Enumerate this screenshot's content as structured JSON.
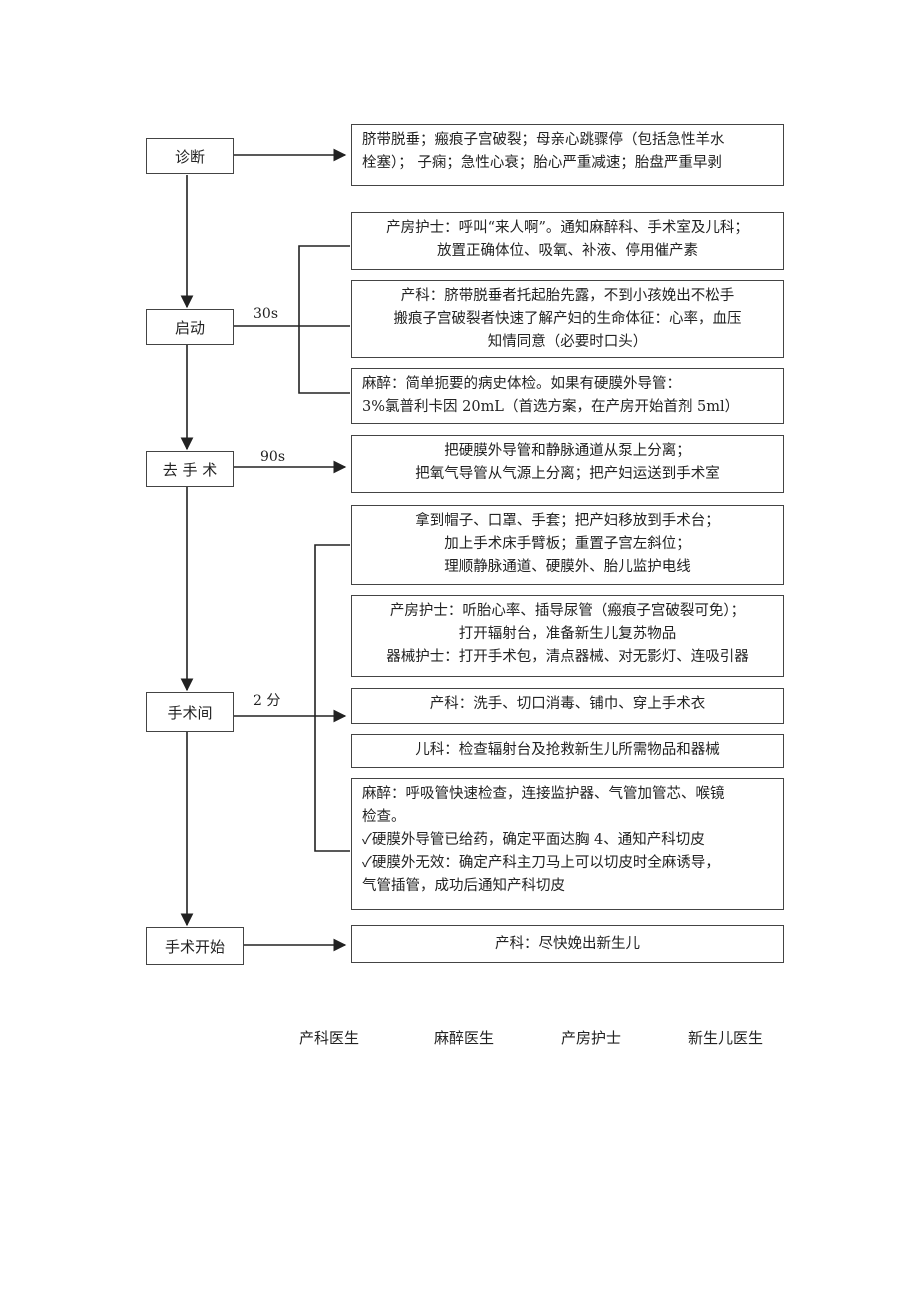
{
  "nodes": {
    "diagnose": "诊断",
    "start": "启动",
    "to_or": "去 手 术",
    "or_room": "手术间",
    "surgery_start": "手术开始"
  },
  "edge_labels": {
    "start_time": "30s",
    "to_or_time": "90s",
    "or_room_time": "2 分"
  },
  "boxes": {
    "indications": [
      "脐带脱垂；瘢痕子宫破裂；母亲心跳骤停（包括急性羊水",
      "栓塞）；  子痫；急性心衰；胎心严重减速；胎盘严重早剥"
    ],
    "nurse_start": [
      "产房护士：呼叫“来人啊”。通知麻醉科、手术室及儿科；",
      "放置正确体位、吸氧、补液、停用催产素"
    ],
    "ob_start": [
      "产科：脐带脱垂者托起胎先露，不到小孩娩出不松手",
      "搬痕子宫破裂者快速了解产妇的生命体征：心率，血压",
      "知情同意（必要时口头）"
    ],
    "anes_start": [
      "麻醉：简单扼要的病史体检。如果有硬膜外导管：",
      "3%氯普利卡因 20mL（首选方案，在产房开始首剂 5ml）"
    ],
    "transfer": [
      "把硬膜外导管和静脉通道从泵上分离；",
      "把氧气导管从气源上分离；把产妇运送到手术室"
    ],
    "room_all": [
      "拿到帽子、口罩、手套；把产妇移放到手术台；",
      "加上手术床手臂板；重置子宫左斜位；",
      "理顺静脉通道、硬膜外、胎儿监护电线"
    ],
    "room_nurse": [
      "产房护士：听胎心率、插导尿管（瘢痕子宫破裂可免）；",
      "打开辐射台，准备新生儿复苏物品",
      "器械护士：打开手术包，清点器械、对无影灯、连吸引器"
    ],
    "room_ob": [
      "产科：洗手、切口消毒、铺巾、穿上手术衣"
    ],
    "room_peds": [
      "儿科：检查辐射台及抢救新生儿所需物品和器械"
    ],
    "room_anes": [
      "麻醉：呼吸管快速检查，连接监护器、气管加管芯、喉镜",
      "检查。",
      "✓硬膜外导管已给药，确定平面达胸 4、通知产科切皮",
      "✓硬膜外无效：确定产科主刀马上可以切皮时全麻诱导，",
      "气管插管，成功后通知产科切皮"
    ],
    "deliver": [
      "产科：尽快娩出新生儿"
    ]
  },
  "legend": [
    "产科医生",
    "麻醉医生",
    "产房护士",
    "新生儿医生"
  ]
}
